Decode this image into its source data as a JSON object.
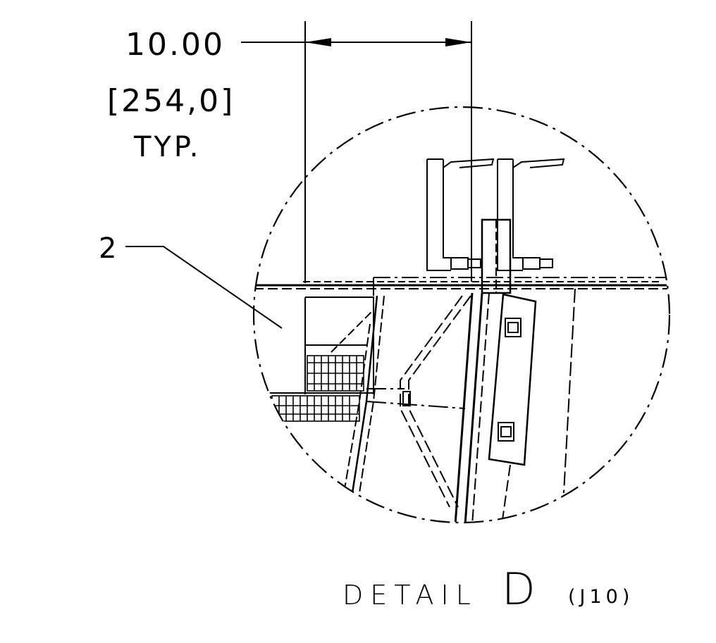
{
  "dimension": {
    "value": "10.00",
    "metric": "[254,0]",
    "note": "TYP."
  },
  "callout": {
    "item": "2"
  },
  "detail": {
    "word": "DETAIL",
    "letter": "D",
    "ref": "(J10)"
  }
}
